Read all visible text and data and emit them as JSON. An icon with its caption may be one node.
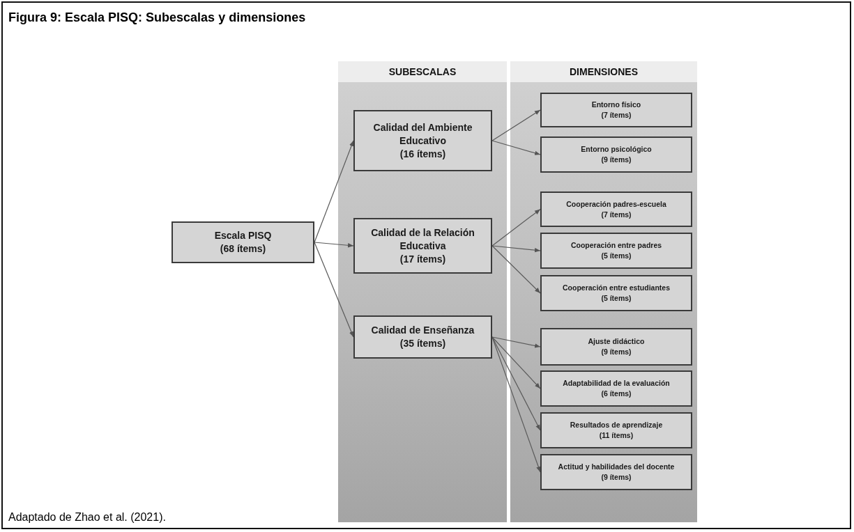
{
  "diagram": {
    "title": "Figura 9: Escala PISQ: Subescalas y dimensiones",
    "caption": "Adaptado de Zhao et al. (2021).",
    "nodes": [
      {
        "text": [
          "SUBESCALAS"
        ]
      },
      {
        "text": [
          "DIMENSIONES"
        ]
      },
      {
        "text": [
          "Escala PISQ",
          "(68 ítems)"
        ]
      },
      {
        "text": [
          "Calidad del Ambiente Educativo",
          "(16 ítems)"
        ],
        "in": 0
      },
      {
        "text": [
          "Calidad de la Relación Educativa",
          "(17 ítems)"
        ],
        "in": 0
      },
      {
        "text": [
          "Calidad de Enseñanza",
          "(35 ítems)"
        ],
        "in": 0
      },
      {
        "text": [
          "Entorno físico",
          "(7 ítems)"
        ],
        "in": 1
      },
      {
        "text": [
          "Entorno psicológico",
          "(9 ítems)"
        ],
        "in": 1
      },
      {
        "text": [
          "Cooperación padres-escuela",
          "(7 ítems)"
        ],
        "in": 1
      },
      {
        "text": [
          "Cooperación entre padres",
          "(5 ítems)"
        ],
        "in": 1
      },
      {
        "text": [
          "Cooperación entre estudiantes",
          "(5 ítems)"
        ],
        "in": 1
      },
      {
        "text": [
          "Ajuste didáctico",
          "(9 ítems)"
        ],
        "in": 1
      },
      {
        "text": [
          "Adaptabilidad de la evaluación",
          "(6 ítems)"
        ],
        "in": 1
      },
      {
        "text": [
          "Resultados de aprendizaje",
          "(11 ítems)"
        ],
        "in": 1
      },
      {
        "text": [
          "Actitud y habilidades del docente",
          "(9 ítems)"
        ],
        "in": 1
      }
    ],
    "edges": [
      {
        "from": 2,
        "to": 3,
        "arrow": "to"
      },
      {
        "from": 2,
        "to": 4,
        "arrow": "to"
      },
      {
        "from": 2,
        "to": 5,
        "arrow": "to"
      },
      {
        "from": 3,
        "to": 6,
        "arrow": "to"
      },
      {
        "from": 3,
        "to": 7,
        "arrow": "to"
      },
      {
        "from": 4,
        "to": 8,
        "arrow": "to"
      },
      {
        "from": 4,
        "to": 9,
        "arrow": "to"
      },
      {
        "from": 4,
        "to": 10,
        "arrow": "to"
      },
      {
        "from": 5,
        "to": 11,
        "arrow": "to"
      },
      {
        "from": 5,
        "to": 12,
        "arrow": "to"
      },
      {
        "from": 5,
        "to": 13,
        "arrow": "to"
      },
      {
        "from": 5,
        "to": 14,
        "arrow": "to"
      }
    ]
  }
}
